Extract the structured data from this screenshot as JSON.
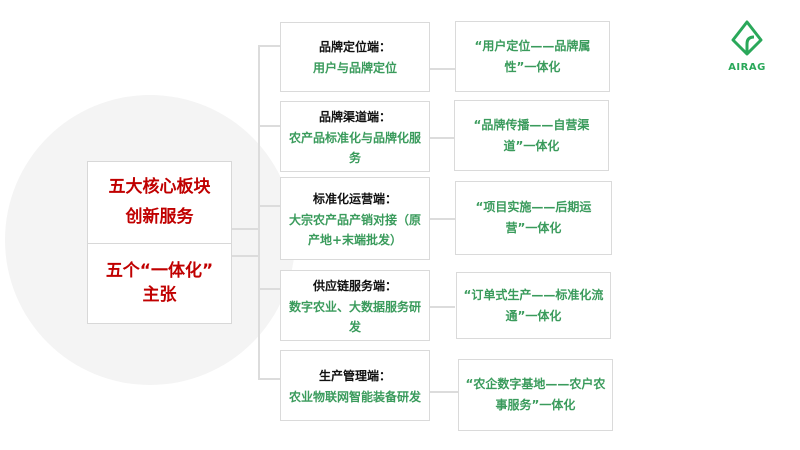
{
  "logo": {
    "text": "AIRAG",
    "color": "#2aa85a"
  },
  "center": {
    "line1": "五大核心板块",
    "line2": "创新服务",
    "line3": "五个“一体化”",
    "line4": "主张"
  },
  "segments": [
    {
      "title": "品牌定位端：",
      "desc": "用户与品牌定位",
      "claim": "“用户定位——品牌属性”一体化"
    },
    {
      "title": "品牌渠道端：",
      "desc": "农产品标准化与品牌化服务",
      "claim": "“品牌传播——自营渠道”一体化"
    },
    {
      "title": "标准化运营端：",
      "desc": "大宗农产品产销对接（原产地+末端批发）",
      "claim": "“项目实施——后期运营”一体化"
    },
    {
      "title": "供应链服务端：",
      "desc": "数字农业、大数据服务研发",
      "claim": "“订单式生产——标准化流通”一体化"
    },
    {
      "title": "生产管理端：",
      "desc": "农业物联网智能装备研发",
      "claim": "“农企数字基地——农户农事服务”一体化"
    }
  ]
}
